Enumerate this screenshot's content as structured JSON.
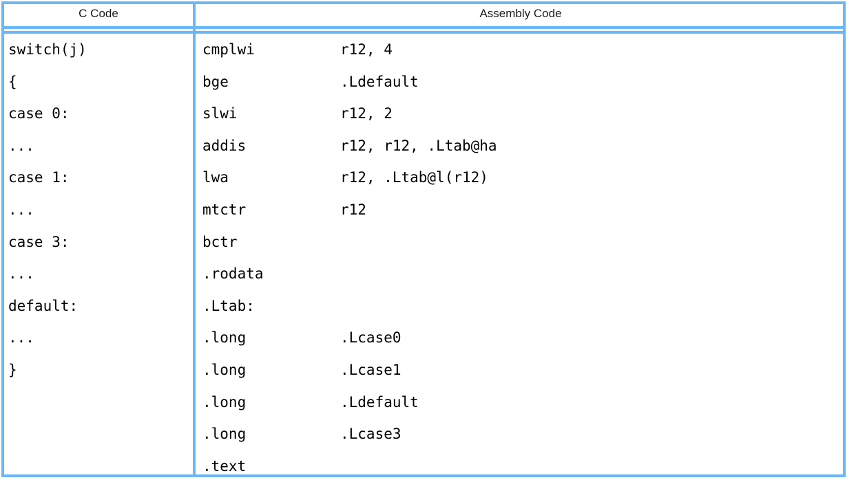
{
  "table": {
    "headers": {
      "c_code": "C Code",
      "assembly_code": "Assembly Code"
    },
    "colors": {
      "rule": "#6ab8f7",
      "text": "#000000",
      "background": "#ffffff"
    },
    "c_code_lines": [
      "switch(j)",
      "{",
      "case 0:",
      "...",
      "case 1:",
      "...",
      "case 3:",
      "...",
      "default:",
      "...",
      "}"
    ],
    "assembly_lines": [
      {
        "mnemonic": "cmplwi",
        "operand": "r12, 4"
      },
      {
        "mnemonic": "bge",
        "operand": ".Ldefault"
      },
      {
        "mnemonic": "slwi",
        "operand": "r12, 2"
      },
      {
        "mnemonic": "addis",
        "operand": "r12, r12, .Ltab@ha"
      },
      {
        "mnemonic": "lwa",
        "operand": "r12, .Ltab@l(r12)"
      },
      {
        "mnemonic": "mtctr",
        "operand": "r12"
      },
      {
        "mnemonic": "bctr",
        "operand": ""
      },
      {
        "mnemonic": ".rodata",
        "operand": ""
      },
      {
        "mnemonic": ".Ltab:",
        "operand": ""
      },
      {
        "mnemonic": ".long",
        "operand": ".Lcase0"
      },
      {
        "mnemonic": ".long",
        "operand": ".Lcase1"
      },
      {
        "mnemonic": ".long",
        "operand": ".Ldefault"
      },
      {
        "mnemonic": ".long",
        "operand": ".Lcase3"
      },
      {
        "mnemonic": ".text",
        "operand": ""
      }
    ]
  }
}
